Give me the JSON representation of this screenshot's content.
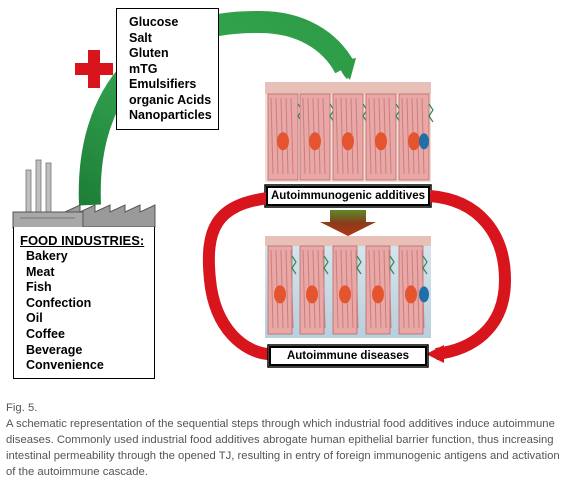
{
  "additives": [
    "Glucose",
    "Salt",
    "Gluten",
    "mTG",
    "Emulsifiers",
    "organic Acids",
    "Nanoparticles"
  ],
  "industries": {
    "title": "FOOD INDUSTRIES:",
    "items": [
      "Bakery",
      "Meat",
      "Fish",
      "Confection",
      "Oil",
      "Coffee",
      "Beverage",
      "Convenience"
    ]
  },
  "labels": {
    "autoimmunogenic": "Autoimmunogenic additives",
    "autoimmune": "Autoimmune diseases"
  },
  "colors": {
    "green": "#2e9b45",
    "red": "#d8141c",
    "brown": "#8a3c1a",
    "epithelium": "#e9a8a6",
    "lumen": "#c9dbe6"
  },
  "icons": {
    "plus": "red-plus-icon",
    "factory": "factory-icon"
  },
  "caption": {
    "fig": "Fig. 5.",
    "text": "A schematic representation of the sequential steps through which industrial food additives induce autoimmune diseases. Commonly used industrial food additives abrogate human epithelial barrier function, thus increasing intestinal permeability through the opened TJ, resulting in entry of foreign immunogenic antigens and activation of the autoimmune cascade."
  }
}
